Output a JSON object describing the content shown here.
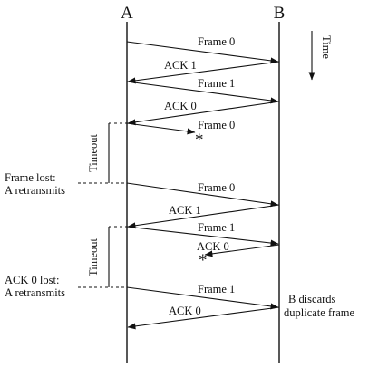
{
  "nodes": {
    "a": "A",
    "b": "B"
  },
  "time_label": "Time",
  "messages": {
    "m1": "Frame 0",
    "m2": "ACK 1",
    "m3": "Frame 1",
    "m4": "ACK 0",
    "m5": "Frame 0",
    "m6": "Frame 0",
    "m7": "ACK 1",
    "m8": "Frame 1",
    "m9": "ACK 0",
    "m10": "Frame 1",
    "m11": "ACK 0"
  },
  "loss_marker": "*",
  "timeouts": {
    "t1": "Timeout",
    "t2": "Timeout"
  },
  "notes": {
    "frame_lost_1": "Frame lost:",
    "frame_lost_2": "A retransmits",
    "ack_lost_1": "ACK 0 lost:",
    "ack_lost_2": "A retransmits",
    "discard_1": "B discards",
    "discard_2": "duplicate frame"
  }
}
